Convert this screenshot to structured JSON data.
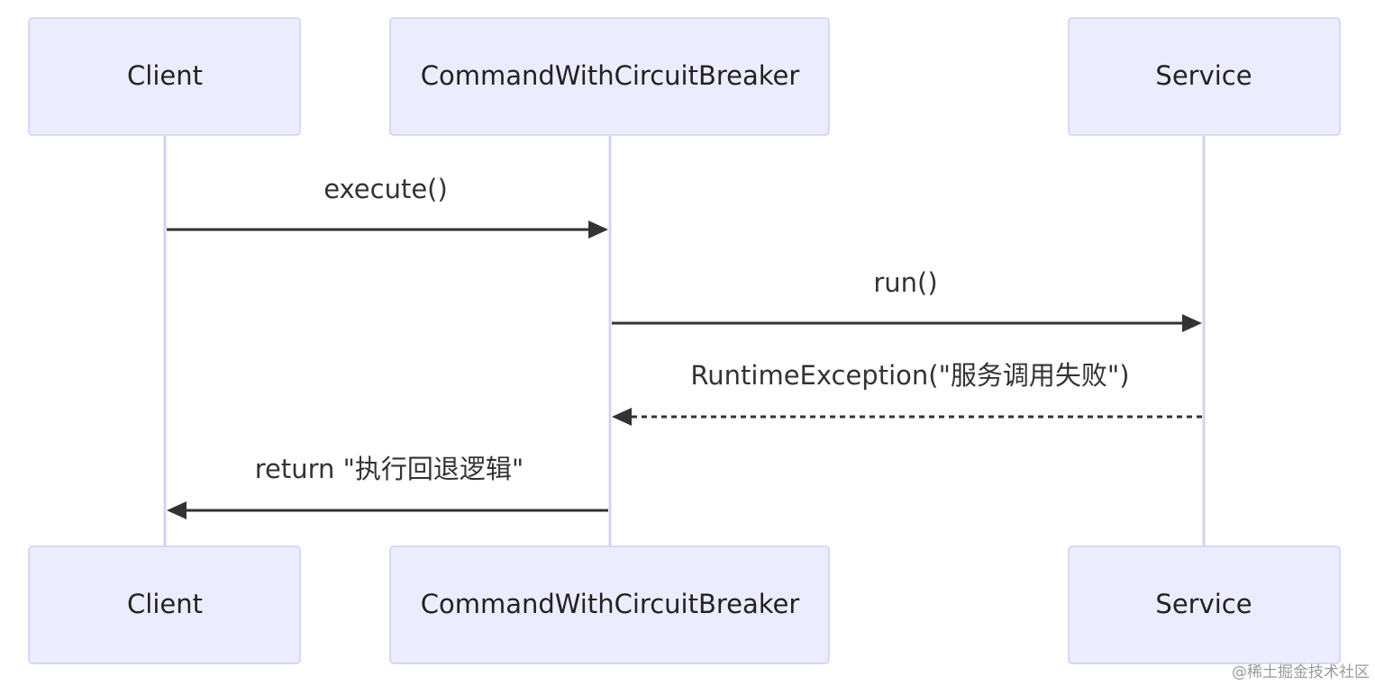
{
  "actors": [
    {
      "id": "client",
      "label": "Client"
    },
    {
      "id": "command",
      "label": "CommandWithCircuitBreaker"
    },
    {
      "id": "service",
      "label": "Service"
    }
  ],
  "messages": [
    {
      "from": "client",
      "to": "command",
      "label": "execute()",
      "style": "solid"
    },
    {
      "from": "command",
      "to": "service",
      "label": "run()",
      "style": "solid"
    },
    {
      "from": "service",
      "to": "command",
      "label": "RuntimeException(\"服务调用失败\")",
      "style": "dashed"
    },
    {
      "from": "command",
      "to": "client",
      "label": "return \"执行回退逻辑\"",
      "style": "solid"
    }
  ],
  "watermark": "@稀土掘金技术社区"
}
